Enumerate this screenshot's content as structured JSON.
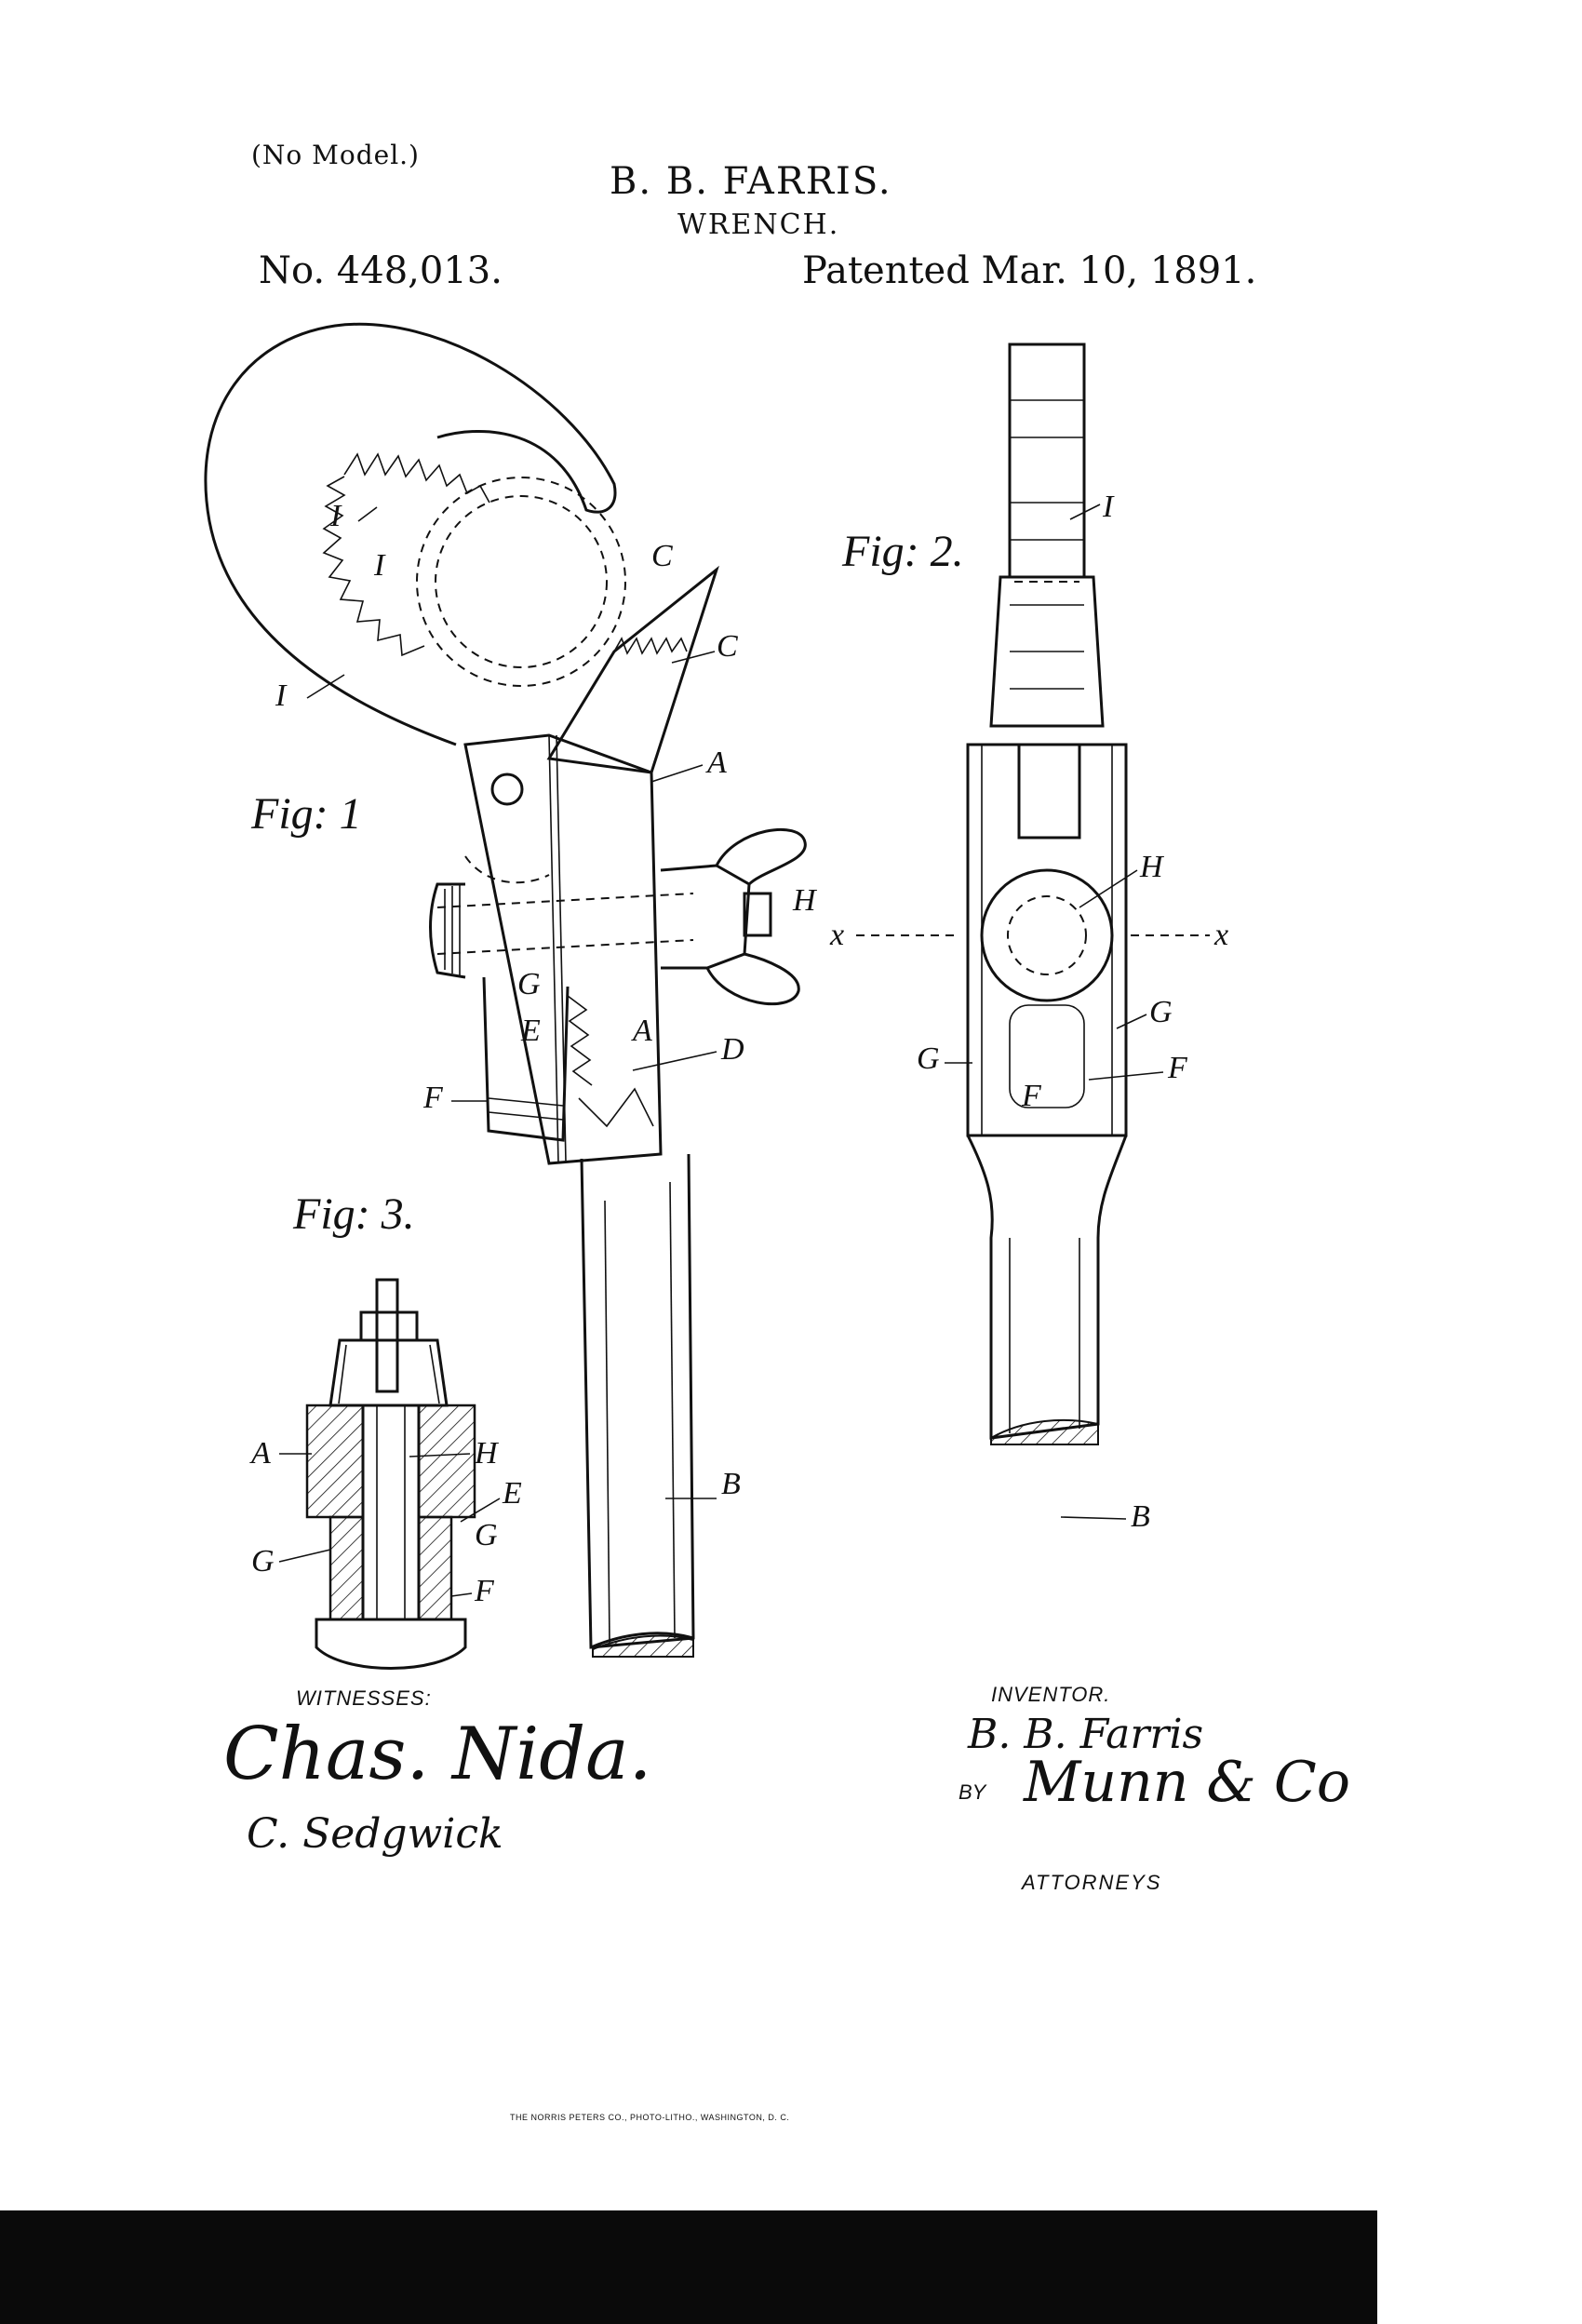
{
  "header": {
    "model_note": "(No Model.)",
    "inventor_name": "B. B. FARRIS.",
    "title": "WRENCH.",
    "patent_number": "No. 448,013.",
    "patent_date": "Patented Mar. 10, 1891."
  },
  "figures": {
    "fig1": {
      "caption": "Fig: 1",
      "labels": [
        "I",
        "I",
        "I",
        "C",
        "C",
        "A",
        "H",
        "G",
        "E",
        "A",
        "D",
        "F",
        "B"
      ]
    },
    "fig2": {
      "caption": "Fig: 2.",
      "labels": [
        "I",
        "H",
        "x",
        "x",
        "G",
        "G",
        "F",
        "F",
        "B"
      ]
    },
    "fig3": {
      "caption": "Fig: 3.",
      "labels": [
        "A",
        "H",
        "E",
        "G",
        "G",
        "F"
      ]
    }
  },
  "signatures": {
    "witnesses_label": "WITNESSES:",
    "witness_1": "Chas. Nida.",
    "witness_2": "C. Sedgwick",
    "inventor_label": "INVENTOR.",
    "inventor_signature": "B. B. Farris",
    "by_label": "BY",
    "attorney_signature": "Munn & Co",
    "attorneys_label": "ATTORNEYS"
  },
  "printer_credit": "THE NORRIS PETERS CO., PHOTO-LITHO., WASHINGTON, D. C."
}
